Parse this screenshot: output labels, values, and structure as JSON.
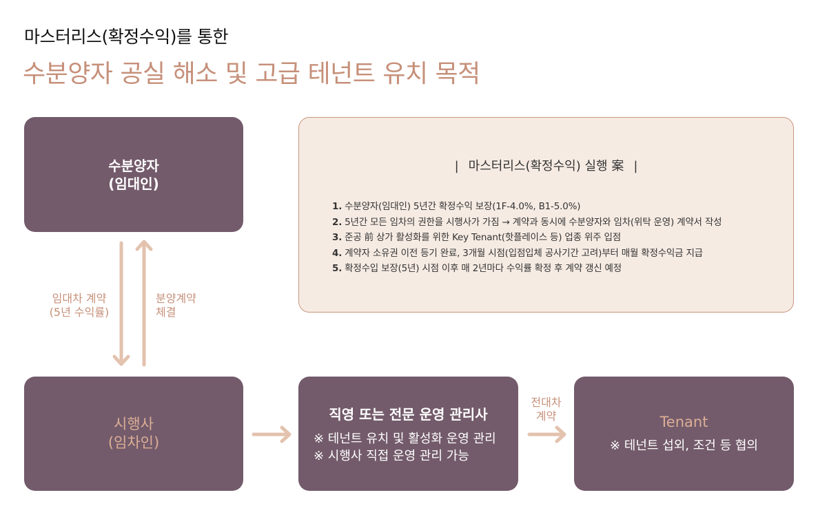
{
  "header": {
    "subtitle": "마스터리스(확정수익)를 통한",
    "title": "수분양자 공실 해소 및 고급 테넌트 유치 목적"
  },
  "boxes": {
    "owner": {
      "line1": "수분양자",
      "line2": "(임대인)"
    },
    "developer": {
      "line1": "시행사",
      "line2": "(임차인)"
    },
    "manager": {
      "title": "직영 또는 전문 운영 관리사",
      "note1": "※ 테넌트 유치 및 활성화 운영 관리",
      "note2": "※ 시행사 직접 운영 관리 가능"
    },
    "tenant": {
      "title": "Tenant",
      "note": "※ 테넌트 섭외, 조건 등 협의"
    }
  },
  "panel": {
    "bar_left": "|",
    "title": "마스터리스(확정수익) 실행 案",
    "bar_right": "|",
    "items": [
      {
        "num": "1.",
        "text": "수분양자(임대인) 5년간 확정수익 보장(1F-4.0%, B1-5.0%)"
      },
      {
        "num": "2.",
        "text": "5년간 모든 임차의 권한을 시행사가 가짐 → 계약과 동시에 수분양자와 임차(위탁 운영) 계약서 작성"
      },
      {
        "num": "3.",
        "text": "준공 前 상가 활성화를 위한 Key Tenant(핫플레이스 등) 업종 위주 입점"
      },
      {
        "num": "4.",
        "text": "계약자 소유권 이전 등기 완료, 3개월 시점(입점입체 공사기간 고려)부터 매월 확정수익금 지급"
      },
      {
        "num": "5.",
        "text": "확정수입 보장(5년) 시점 이후 매 2년마다 수익률 확정 후 계약 갱신 예정"
      }
    ]
  },
  "labels": {
    "lease_1": "임대차 계약",
    "lease_2": "(5년 수익률)",
    "sale_1": "분양계약",
    "sale_2": "체결",
    "sublease_1": "전대차",
    "sublease_2": "계약"
  },
  "colors": {
    "box": "#735b6b",
    "accent": "#c6907a",
    "arrow": "#e3c2ae",
    "panel_bg": "#f6ebe3"
  }
}
